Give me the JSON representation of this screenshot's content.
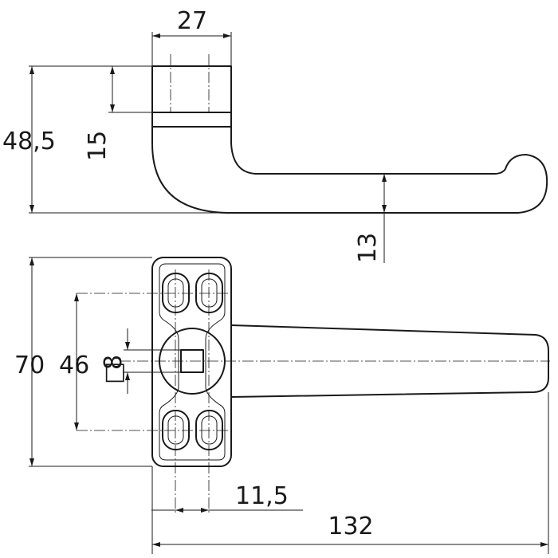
{
  "dimensions": {
    "side_view": {
      "top_width": "27",
      "overall_height": "48,5",
      "collar_height": "15",
      "grip_thickness": "13"
    },
    "front_view": {
      "rosette_height": "70",
      "screw_spacing": "46",
      "square_symbol": "□",
      "square_size": "8",
      "hole_spacing": "11,5",
      "overall_length": "132"
    }
  },
  "colors": {
    "line": "#1a1a1a",
    "background": "#ffffff"
  }
}
